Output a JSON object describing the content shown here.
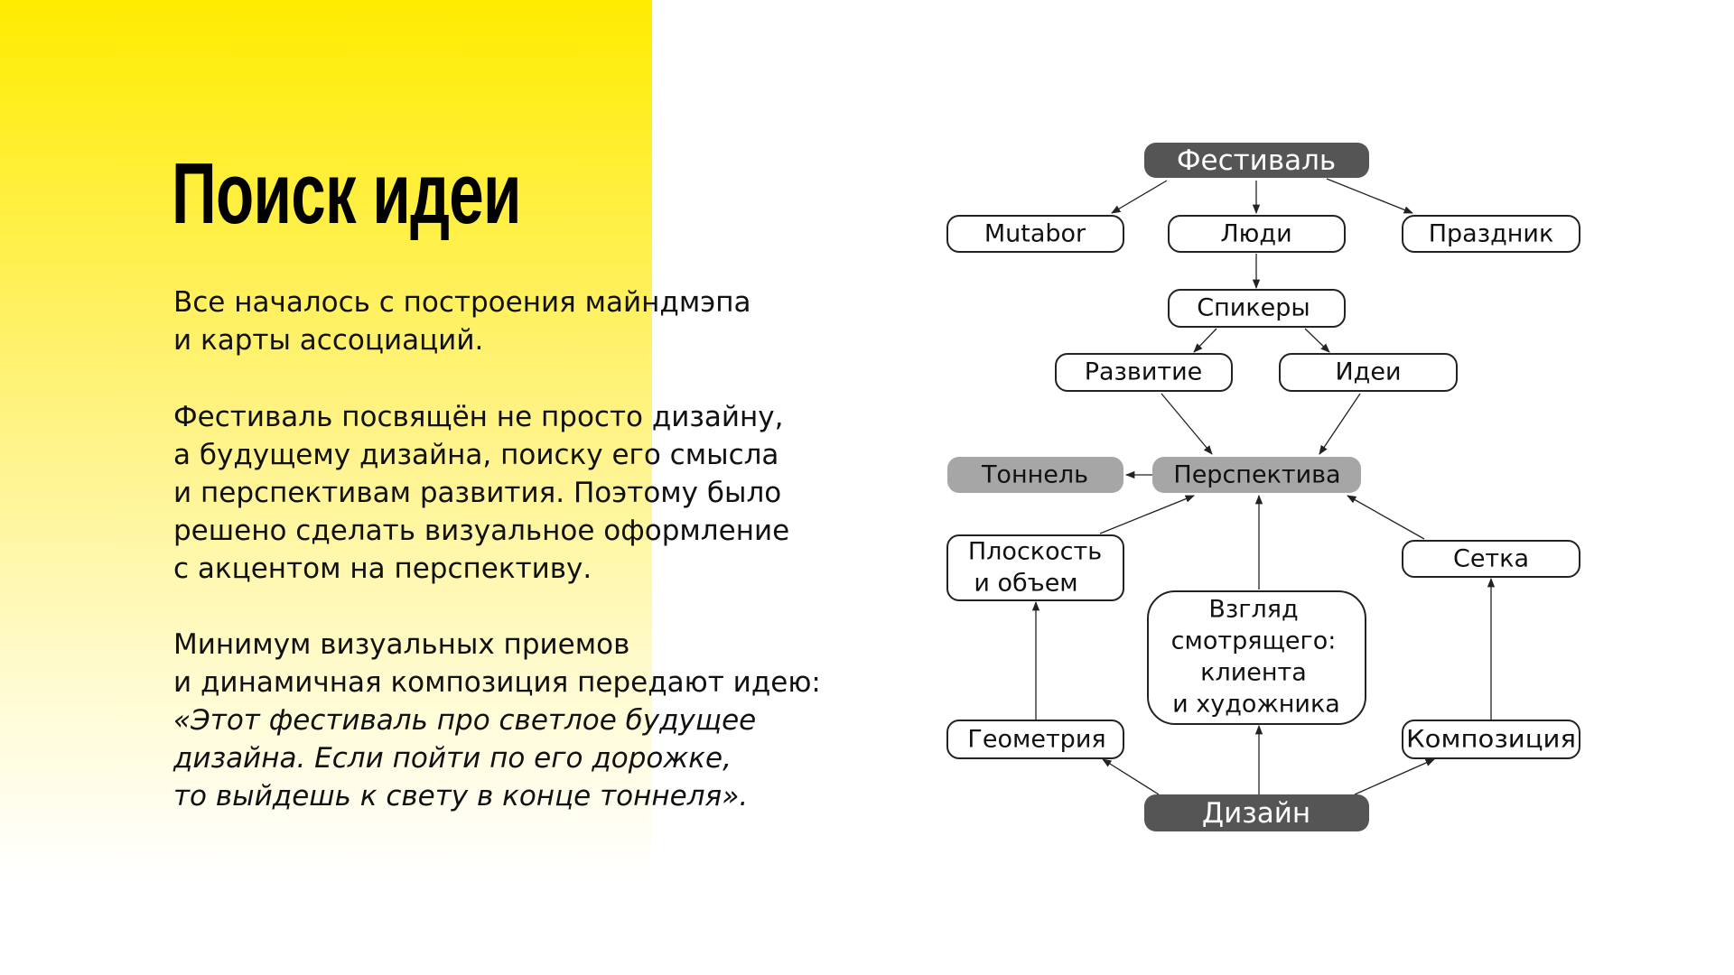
{
  "title": "Поиск идеи",
  "paragraphs": {
    "p1": [
      "Все началось с построения майндмэпа",
      "и карты ассоциаций."
    ],
    "p2": [
      "Фестиваль посвящён не просто дизайну,",
      "а будущему дизайна, поиску его смысла",
      "и перспективам развития. Поэтому было",
      "решено сделать визуальное оформление",
      "с акцентом на перспективу."
    ],
    "p3": [
      "Минимум визуальных приемов",
      "и динамичная композиция передают идею:"
    ],
    "quote": [
      "«Этот фестиваль про светлое будущее",
      "дизайна. Если пойти по его дорожке,",
      "то выйдешь к свету в конце тоннеля»."
    ]
  },
  "colors": {
    "accent": "#ffec00",
    "dark_node": "#555555",
    "gray_node": "#a6a6a6"
  },
  "mindmap": {
    "festival": "Фестиваль",
    "mutabor": "Mutabor",
    "people": "Люди",
    "holiday": "Праздник",
    "speakers": "Спикеры",
    "development": "Развитие",
    "ideas": "Идеи",
    "tunnel": "Тоннель",
    "perspective": "Перспектива",
    "plane": [
      "Плоскость",
      "и объем"
    ],
    "grid": "Сетка",
    "view": [
      "Взгляд",
      "смотрящего:",
      "клиента",
      "и художника"
    ],
    "geometry": "Геометрия",
    "composition": "Композиция",
    "design": "Дизайн"
  }
}
